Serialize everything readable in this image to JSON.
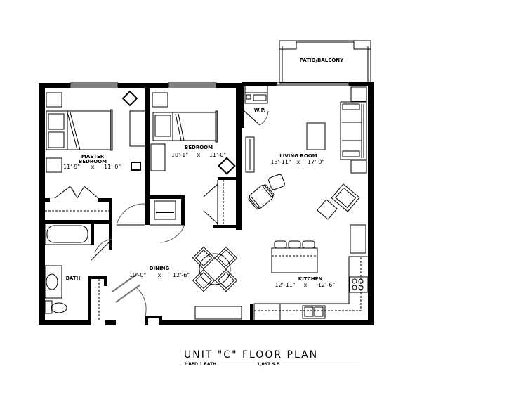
{
  "title": {
    "main": "UNIT \"C\" FLOOR PLAN",
    "bed_bath": "2 BED 1 BATH",
    "area": "1,0ST S.F."
  },
  "rooms": {
    "patio": {
      "label": "PATIO/BALCONY"
    },
    "master_bedroom": {
      "label_line1": "MASTER",
      "label_line2": "BEDROOM",
      "dim_w": "11'-9\"",
      "dim_x": "x",
      "dim_l": "11'-0\""
    },
    "bedroom": {
      "label": "BEDROOM",
      "dim_w": "10'-1\"",
      "dim_x": "x",
      "dim_l": "11'-0\""
    },
    "living_room": {
      "label": "LIVING ROOM",
      "dim_w": "13'-11\"",
      "dim_x": "x",
      "dim_l": "17'-0\""
    },
    "dining": {
      "label": "DINING",
      "dim_w": "10'-0\"",
      "dim_x": "x",
      "dim_l": "12'-6\""
    },
    "kitchen": {
      "label": "KITCHEN",
      "dim_w": "12'-11\"",
      "dim_x": "x",
      "dim_l": "12'-6\""
    },
    "bath": {
      "label": "BATH"
    },
    "water_heater": {
      "label": "W.P."
    }
  },
  "colors": {
    "wall": "#000000",
    "line": "#000000",
    "fixture_gray": "#777777",
    "background": "#ffffff"
  }
}
